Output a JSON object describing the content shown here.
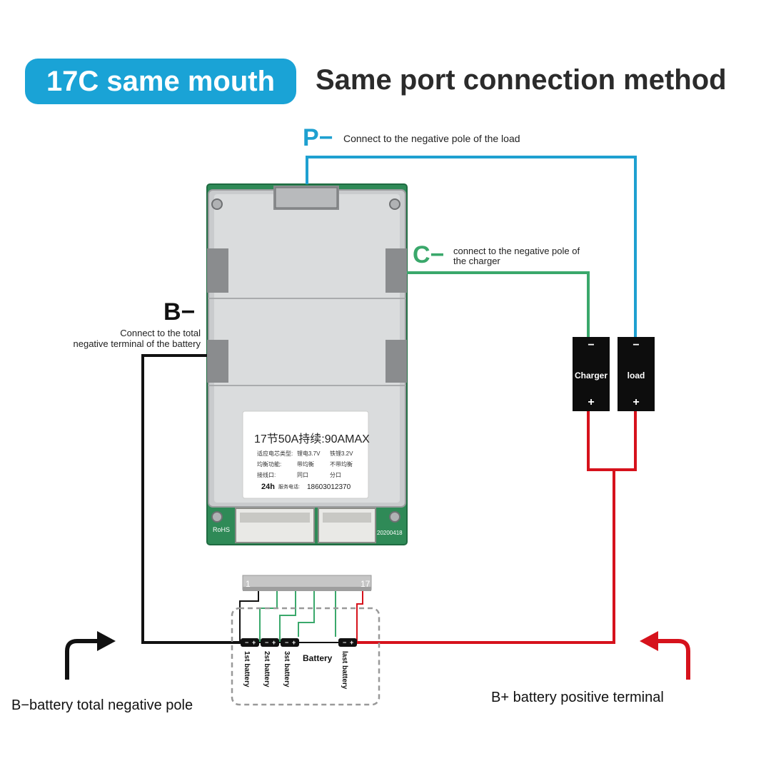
{
  "header": {
    "badge": "17C same mouth",
    "title": "Same port connection method"
  },
  "colors": {
    "badge": "#1aa3d6",
    "p_wire": "#1ea0d0",
    "c_wire": "#3aa86b",
    "b_wire": "#111111",
    "pos_wire": "#d6121c"
  },
  "labels": {
    "p_symbol": "P−",
    "p_desc": "Connect to the negative pole of the load",
    "c_symbol": "C−",
    "c_desc_1": "connect to the negative pole of",
    "c_desc_2": "the charger",
    "b_symbol": "B−",
    "b_desc_1": "Connect to the total",
    "b_desc_2": "negative terminal of the battery"
  },
  "terminals": {
    "charger": {
      "name": "Charger",
      "minus": "−",
      "plus": "+"
    },
    "load": {
      "name": "load",
      "minus": "−",
      "plus": "+"
    }
  },
  "board": {
    "sticker_line1": "17节50A持续:90AMAX",
    "sticker_line2a": "适应电芯类型:",
    "sticker_line2b": "锂电3.7V",
    "sticker_line2c": "铁锂3.2V",
    "sticker_line3a": "均衡功能:",
    "sticker_line3b": "带均衡",
    "sticker_line3c": "不带均衡",
    "sticker_line4a": "接线口:",
    "sticker_line4b": "同口",
    "sticker_line4c": "分口",
    "sticker_line5a": "24h",
    "sticker_line5b": "服务电话:",
    "sticker_line5c": "18603012370",
    "rohs": "RoHS",
    "date": "20200418"
  },
  "connector": {
    "pin_first": "1",
    "pin_last": "17"
  },
  "battery": {
    "label": "Battery",
    "cells": [
      "1st battery",
      "2st battery",
      "3st battery",
      "last battery"
    ]
  },
  "bottom": {
    "left": "B−battery total negative pole",
    "right": "B+ battery positive terminal"
  }
}
